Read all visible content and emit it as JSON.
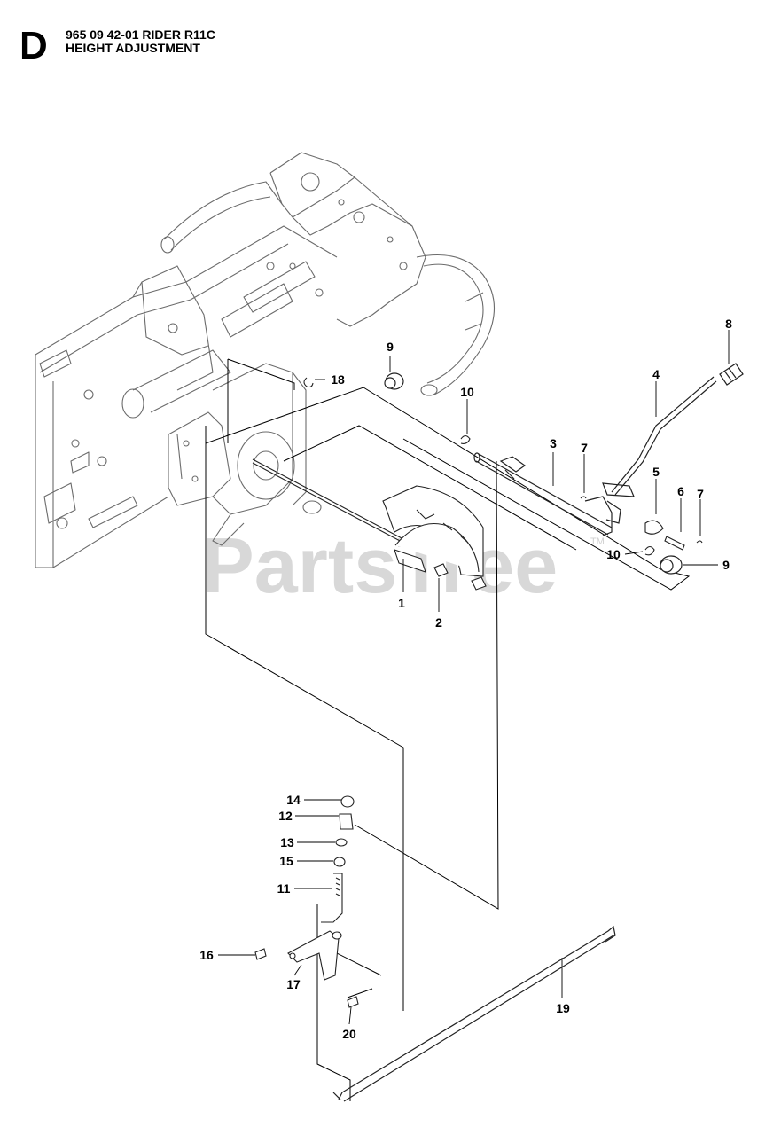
{
  "header": {
    "section": "D",
    "line1": "965 09 42-01 RIDER R11C",
    "line2": "HEIGHT ADJUSTMENT"
  },
  "watermark": {
    "text": "PartsTree",
    "tm": "TM"
  },
  "callouts": {
    "c1": "1",
    "c2": "2",
    "c3": "3",
    "c4": "4",
    "c5": "5",
    "c6": "6",
    "c7a": "7",
    "c7b": "7",
    "c8": "8",
    "c9a": "9",
    "c9b": "9",
    "c10a": "10",
    "c10b": "10",
    "c11": "11",
    "c12": "12",
    "c13": "13",
    "c14": "14",
    "c15": "15",
    "c16": "16",
    "c17": "17",
    "c18": "18",
    "c19": "19",
    "c20": "20"
  },
  "colors": {
    "outline": "#6b6b6b",
    "parts": "#222222",
    "callout_line": "#000000",
    "watermark": "#d8d8d8"
  }
}
